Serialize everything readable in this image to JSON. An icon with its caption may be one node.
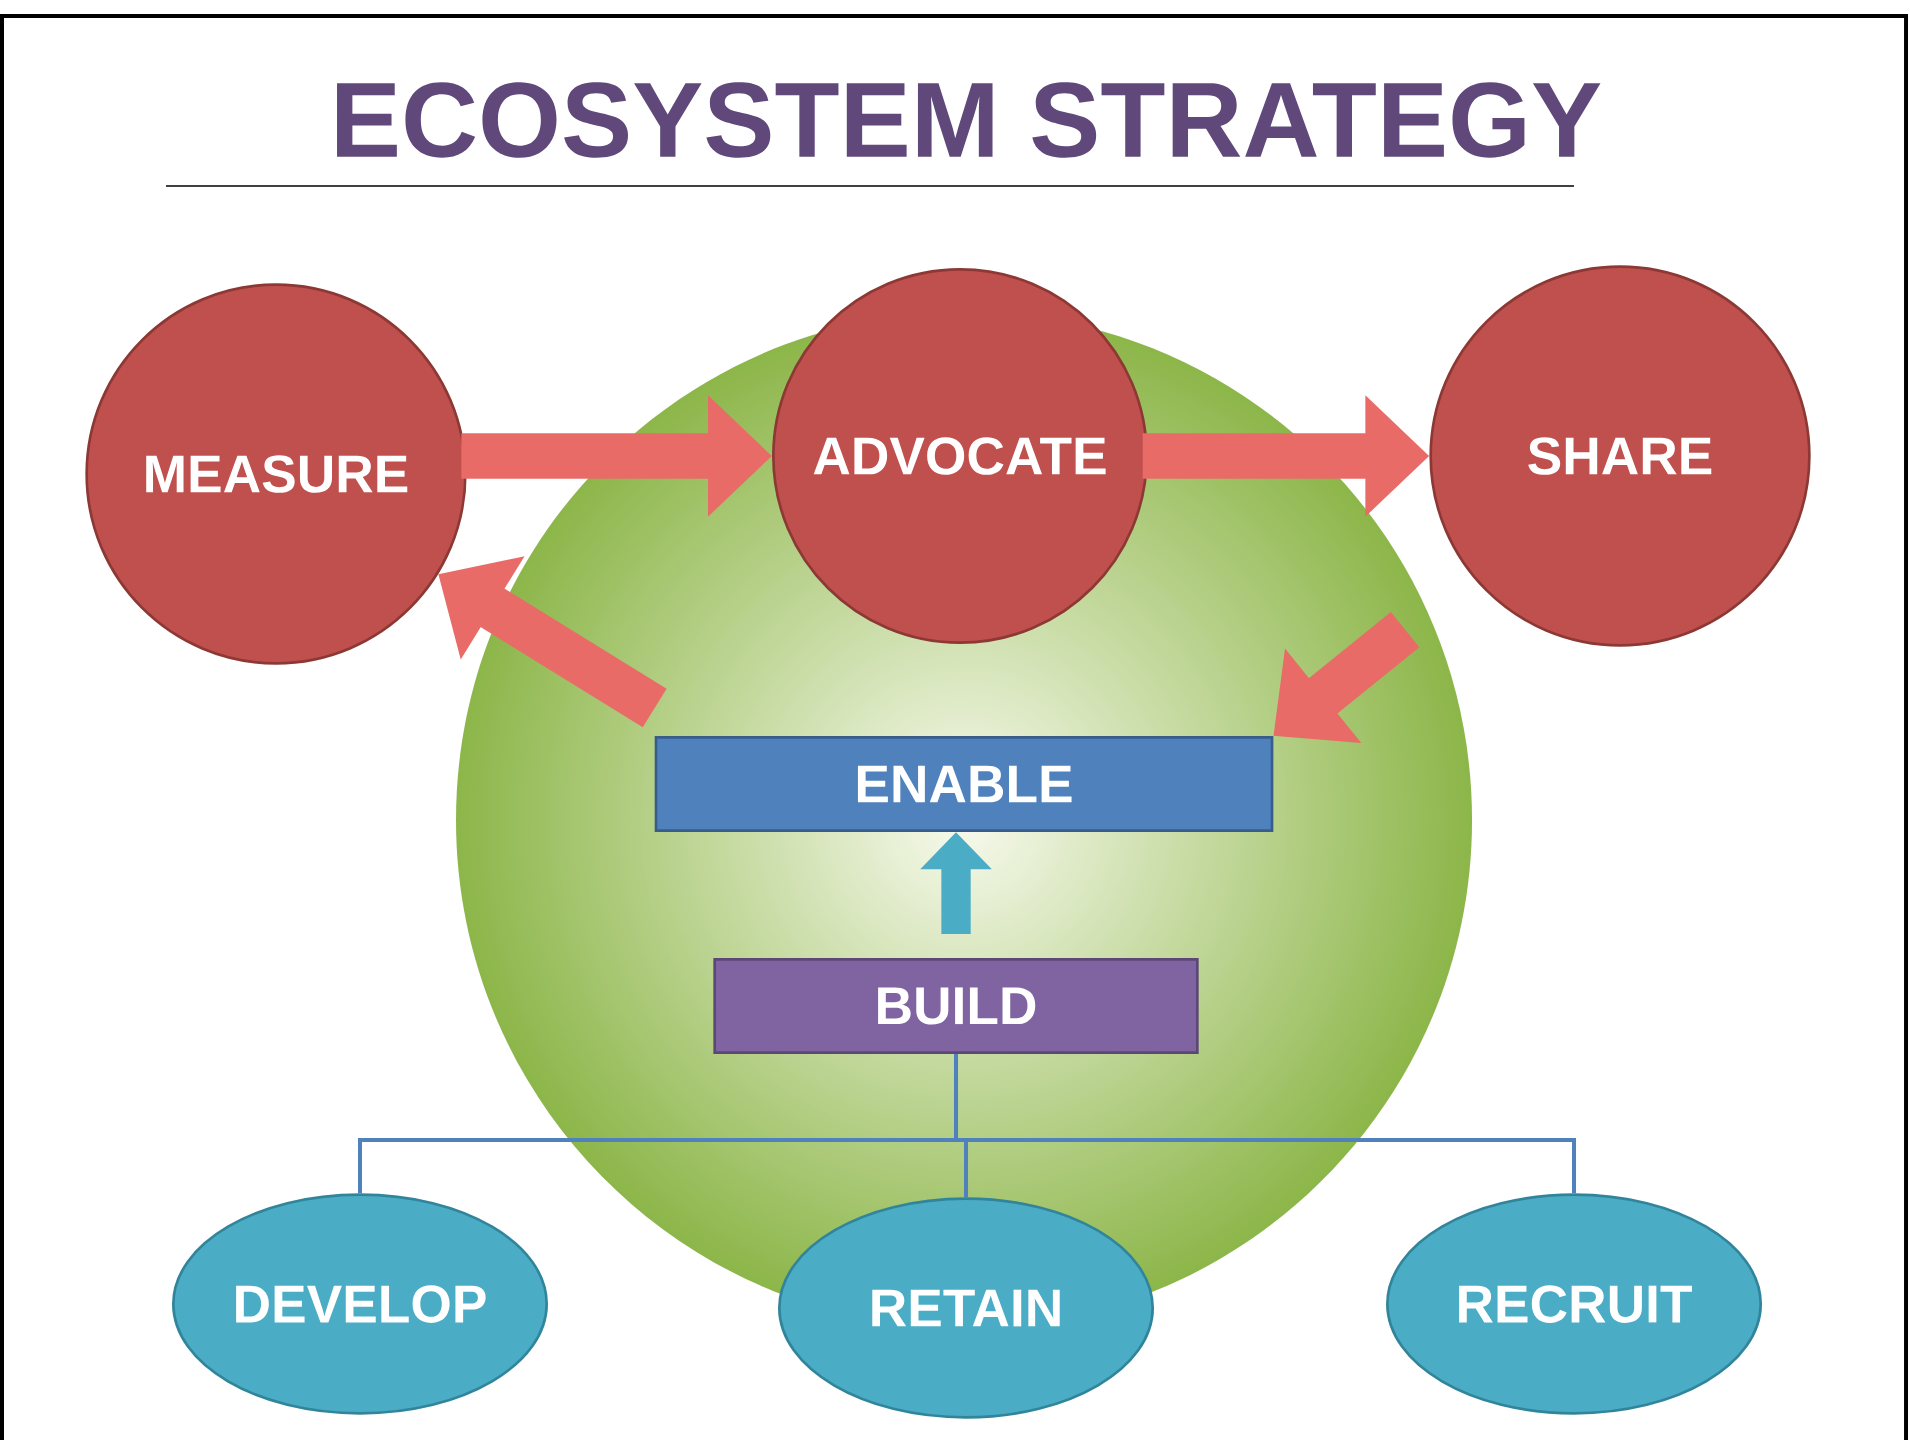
{
  "diagram": {
    "title": "ECOSYSTEM STRATEGY",
    "nodes": [
      {
        "text": [
          "MEASURE"
        ]
      },
      {
        "text": [
          "ADVOCATE"
        ]
      },
      {
        "text": [
          "SHARE"
        ]
      },
      {
        "text": [
          "ENABLE"
        ]
      },
      {
        "text": [
          "BUILD"
        ]
      },
      {
        "text": [
          "DEVELOP"
        ]
      },
      {
        "text": [
          "RETAIN"
        ]
      },
      {
        "text": [
          "RECRUIT"
        ]
      }
    ],
    "edges": [
      {
        "from": 0,
        "to": 1,
        "arrow": "to",
        "color": "#e86b68"
      },
      {
        "from": 1,
        "to": 2,
        "arrow": "to",
        "color": "#e86b68"
      },
      {
        "from": 2,
        "to": 3,
        "arrow": "to",
        "color": "#e86b68"
      },
      {
        "from": 3,
        "to": 0,
        "arrow": "to",
        "color": "#e86b68"
      },
      {
        "from": 4,
        "to": 3,
        "arrow": "to",
        "color": "#4bacc6"
      },
      {
        "from": 5,
        "to": 4,
        "arrow": "none",
        "color": "#4f81bd"
      },
      {
        "from": 6,
        "to": 4,
        "arrow": "none",
        "color": "#4f81bd"
      },
      {
        "from": 7,
        "to": 4,
        "arrow": "none",
        "color": "#4f81bd"
      }
    ]
  }
}
